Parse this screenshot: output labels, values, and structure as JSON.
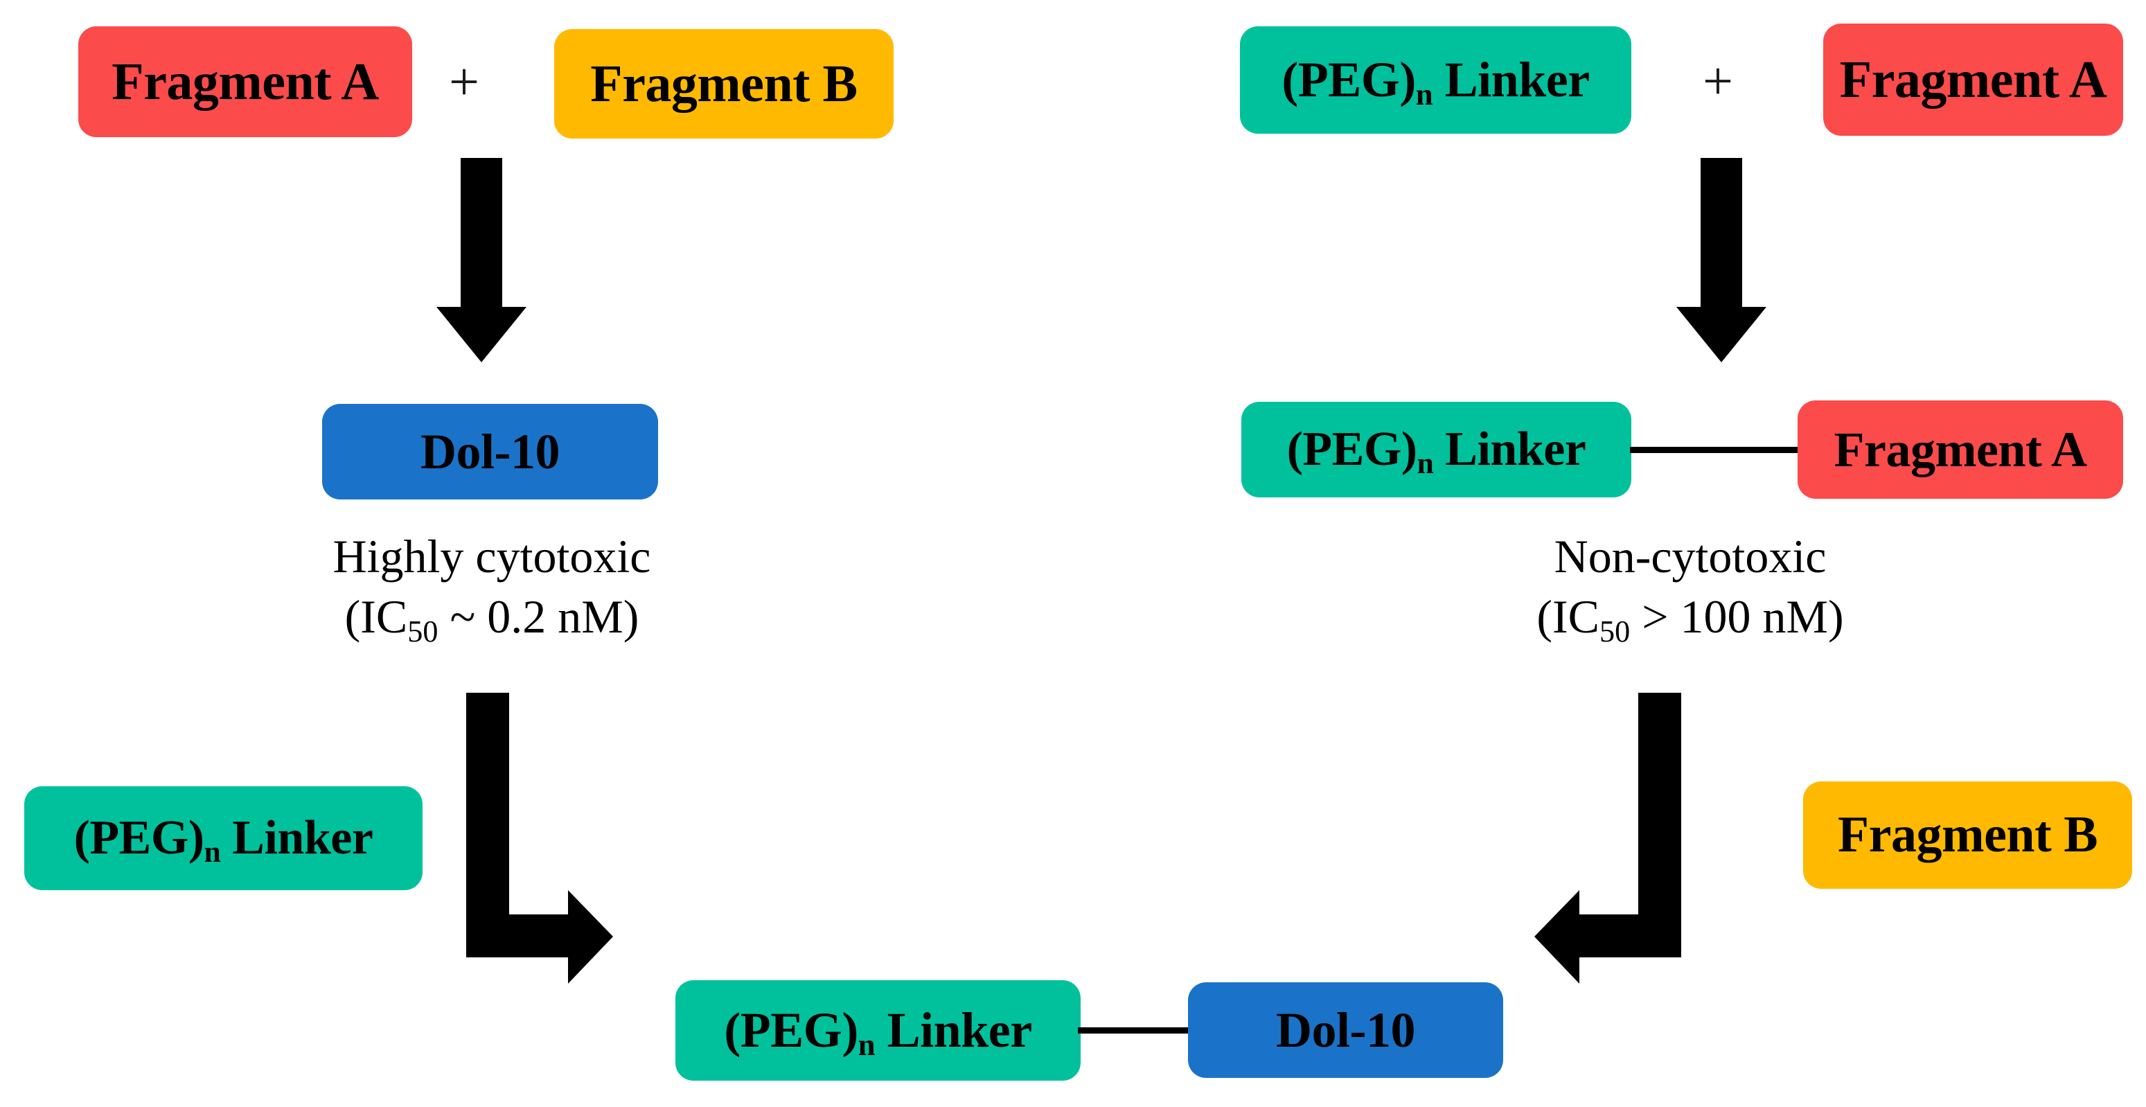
{
  "diagram": {
    "title": "Fragment-based assembly of PEG-linked Dol-10 conjugate",
    "type": "flow-diagram",
    "background": "#ffffff",
    "colors": {
      "fragment_a": "#FB4B4B",
      "fragment_b": "#FFB901",
      "peg_linker": "#00C19C",
      "dol_10": "#1A73C8",
      "arrow": "#000000",
      "text": "#000000"
    }
  },
  "left_branch": {
    "reactant_1": {
      "label_main": "Fragment A",
      "label_sub": "",
      "color": "#FB4B4B"
    },
    "operator": "+",
    "reactant_2": {
      "label_main": "Fragment B",
      "label_sub": "",
      "color": "#FFB901"
    },
    "arrow": {
      "direction": "down",
      "icon": "down-arrow-icon"
    },
    "product": {
      "label_main": "Dol-10",
      "label_sub": "",
      "color": "#1A73C8"
    },
    "caption_line_1": "Highly cytotoxic",
    "caption_line_2_pre": "(IC",
    "caption_line_2_sub": "50",
    "caption_line_2_post": " ~ 0.2 nM)",
    "reagent": {
      "label_main": "(PEG)",
      "label_sub": "n",
      "label_tail": " Linker",
      "color": "#00C19C"
    },
    "elbow_arrow": {
      "direction": "down-then-right",
      "icon": "elbow-arrow-right-icon"
    }
  },
  "right_branch": {
    "reactant_1": {
      "label_main": "(PEG)",
      "label_sub": "n",
      "label_tail": " Linker",
      "color": "#00C19C"
    },
    "operator": "+",
    "reactant_2": {
      "label_main": "Fragment A",
      "label_sub": "",
      "color": "#FB4B4B"
    },
    "arrow": {
      "direction": "down",
      "icon": "down-arrow-icon"
    },
    "product_left": {
      "label_main": "(PEG)",
      "label_sub": "n",
      "label_tail": " Linker",
      "color": "#00C19C"
    },
    "product_right": {
      "label_main": "Fragment A",
      "label_sub": "",
      "color": "#FB4B4B"
    },
    "caption_line_1": "Non-cytotoxic",
    "caption_line_2_pre": "(IC",
    "caption_line_2_sub": "50",
    "caption_line_2_post": " > 100 nM)",
    "reagent": {
      "label_main": "Fragment B",
      "label_sub": "",
      "color": "#FFB901"
    },
    "elbow_arrow": {
      "direction": "down-then-left",
      "icon": "elbow-arrow-left-icon"
    }
  },
  "final_product": {
    "left_node": {
      "label_main": "(PEG)",
      "label_sub": "n",
      "label_tail": " Linker",
      "color": "#00C19C"
    },
    "bond": "single-bond",
    "right_node": {
      "label_main": "Dol-10",
      "label_sub": "",
      "color": "#1A73C8"
    }
  }
}
